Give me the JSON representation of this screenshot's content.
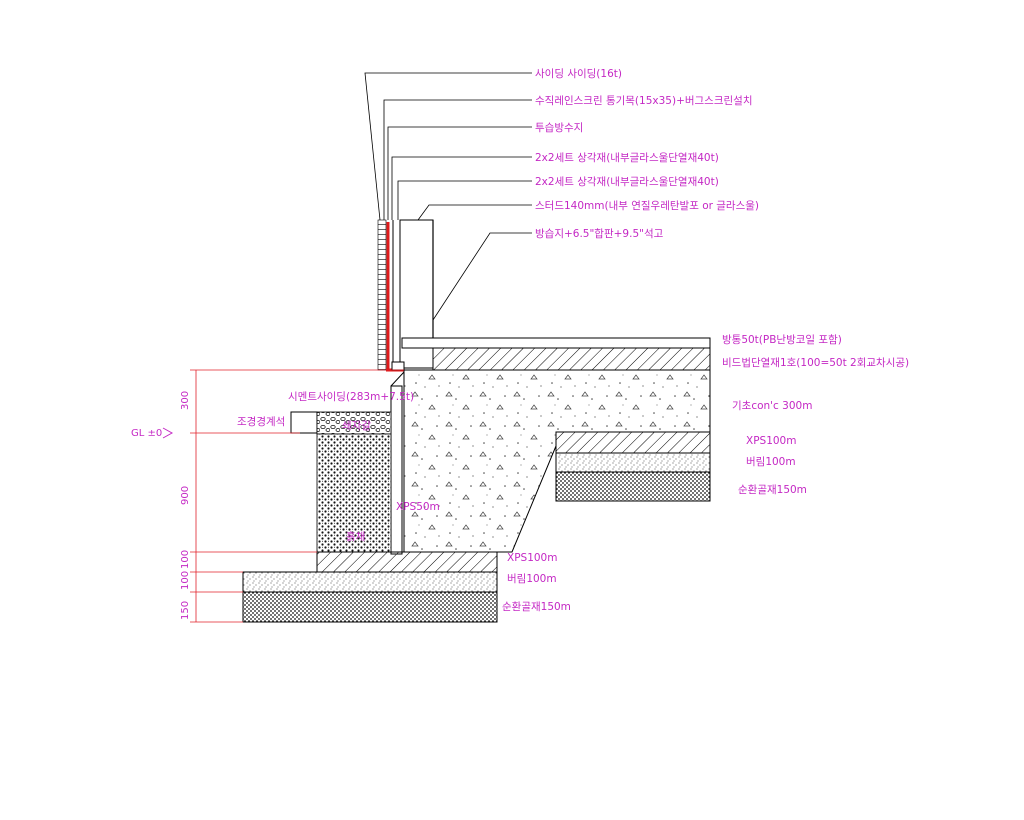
{
  "colors": {
    "annotation": "#c428c4",
    "dimension_line": "#e0202a",
    "linework": "#000000",
    "highlight": "#e01a1a"
  },
  "callouts": {
    "c1": "사이딩 사이딩(16t)",
    "c2": "수직레인스크린 통기목(15x35)+버그스크린설치",
    "c3": "투습방수지",
    "c4": "2x2세트 상각재(내부글라스울단열재40t)",
    "c5": "2x2세트 상각재(내부글라스울단열재40t)",
    "c6": "스터드140mm(내부 연질우레탄발포 or 글라스울)",
    "c7": "방습지+6.5\"합판+9.5\"석고"
  },
  "slab": {
    "line1": "방통50t(PB난방코일 포함)",
    "line2": "비드법단열재1호(100=50t 2회교차시공)"
  },
  "right_notes": {
    "foundation": "기초con'c 300m",
    "xps": "XPS100m",
    "mortar": "버림100m",
    "gravel": "순환골재150m"
  },
  "wall_notes": {
    "cement_siding": "시멘트사이딩(283m+7.5t)",
    "landscape": "조경경계석",
    "gravel_fill": "쇄자갈",
    "xps_vertical": "XPS50m",
    "soil": "흙채"
  },
  "footing_notes": {
    "xps": "XPS100m",
    "mortar": "버림100m",
    "gravel": "순환골재150m"
  },
  "dimensions": {
    "d300": "300",
    "d900": "900",
    "d100a": "100",
    "d100b": "100",
    "d150": "150",
    "gl": "GL ±0"
  }
}
